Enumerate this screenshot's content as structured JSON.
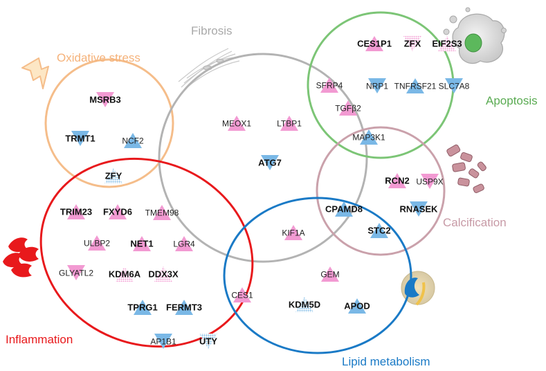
{
  "colors": {
    "pink": "#f29ad2",
    "blue": "#7ab8e6",
    "oxidative": "#f5bd8a",
    "fibrosis": "#b3b3b3",
    "apoptosis": "#7cc576",
    "calcification": "#caa1ab",
    "inflammation": "#e8191c",
    "lipid": "#1a7ac6"
  },
  "groups": {
    "oxidative": "Oxidative stress",
    "fibrosis": "Fibrosis",
    "apoptosis": "Apoptosis",
    "calcification": "Calcification",
    "inflammation": "Inflammation",
    "lipid": "Lipid metabolism"
  },
  "genes": [
    {
      "id": "MSRB3",
      "label": "MSRB3",
      "bold": true,
      "color": "pink",
      "dir": "down",
      "pattern": false
    },
    {
      "id": "TRMT1",
      "label": "TRMT1",
      "bold": true,
      "color": "blue",
      "dir": "down",
      "pattern": false
    },
    {
      "id": "NCF2",
      "label": "NCF2",
      "bold": false,
      "color": "blue",
      "dir": "up",
      "pattern": false
    },
    {
      "id": "ZFY",
      "label": "ZFY",
      "bold": true,
      "color": "blue",
      "dir": "up",
      "pattern": true
    },
    {
      "id": "MEOX1",
      "label": "MEOX1",
      "bold": false,
      "color": "pink",
      "dir": "up",
      "pattern": false
    },
    {
      "id": "LTBP1",
      "label": "LTBP1",
      "bold": false,
      "color": "pink",
      "dir": "up",
      "pattern": false
    },
    {
      "id": "ATG7",
      "label": "ATG7",
      "bold": true,
      "color": "blue",
      "dir": "down",
      "pattern": false
    },
    {
      "id": "CES1P1",
      "label": "CES1P1",
      "bold": true,
      "color": "pink",
      "dir": "up",
      "pattern": false
    },
    {
      "id": "ZFX",
      "label": "ZFX",
      "bold": true,
      "color": "pink",
      "dir": "down",
      "pattern": true
    },
    {
      "id": "EIF2S3",
      "label": "EIF2S3",
      "bold": true,
      "color": "pink",
      "dir": "up",
      "pattern": true
    },
    {
      "id": "SFRP4",
      "label": "SFRP4",
      "bold": false,
      "color": "pink",
      "dir": "up",
      "pattern": false
    },
    {
      "id": "NRP1",
      "label": "NRP1",
      "bold": false,
      "color": "blue",
      "dir": "down",
      "pattern": false
    },
    {
      "id": "TNFRSF21",
      "label": "TNFRSF21",
      "bold": false,
      "color": "blue",
      "dir": "up",
      "pattern": false
    },
    {
      "id": "SLC7A8",
      "label": "SLC7A8",
      "bold": false,
      "color": "blue",
      "dir": "down",
      "pattern": false
    },
    {
      "id": "TGFB2",
      "label": "TGFβ2",
      "bold": false,
      "color": "pink",
      "dir": "up",
      "pattern": false
    },
    {
      "id": "MAP3K1",
      "label": "MAP3K1",
      "bold": false,
      "color": "blue",
      "dir": "up",
      "pattern": false
    },
    {
      "id": "RCN2",
      "label": "RCN2",
      "bold": true,
      "color": "pink",
      "dir": "up",
      "pattern": false
    },
    {
      "id": "USP9X",
      "label": "USP9X",
      "bold": false,
      "color": "pink",
      "dir": "down",
      "pattern": false
    },
    {
      "id": "CPAMD8",
      "label": "CPAMD8",
      "bold": true,
      "color": "blue",
      "dir": "up",
      "pattern": false
    },
    {
      "id": "RNASEK",
      "label": "RNASEK",
      "bold": true,
      "color": "blue",
      "dir": "down",
      "pattern": false
    },
    {
      "id": "STC2",
      "label": "STC2",
      "bold": true,
      "color": "blue",
      "dir": "up",
      "pattern": false
    },
    {
      "id": "TRIM23",
      "label": "TRIM23",
      "bold": true,
      "color": "pink",
      "dir": "up",
      "pattern": false
    },
    {
      "id": "FXYD6",
      "label": "FXYD6",
      "bold": true,
      "color": "pink",
      "dir": "up",
      "pattern": false
    },
    {
      "id": "TMEM98",
      "label": "TMEM98",
      "bold": false,
      "color": "pink",
      "dir": "up",
      "pattern": false
    },
    {
      "id": "ULBP2",
      "label": "ULBP2",
      "bold": false,
      "color": "pink",
      "dir": "up",
      "pattern": false
    },
    {
      "id": "NET1",
      "label": "NET1",
      "bold": true,
      "color": "pink",
      "dir": "up",
      "pattern": false
    },
    {
      "id": "LGR4",
      "label": "LGR4",
      "bold": false,
      "color": "pink",
      "dir": "up",
      "pattern": false
    },
    {
      "id": "GLYATL2",
      "label": "GLYATL2",
      "bold": false,
      "color": "pink",
      "dir": "down",
      "pattern": false
    },
    {
      "id": "KDM6A",
      "label": "KDM6A",
      "bold": true,
      "color": "pink",
      "dir": "up",
      "pattern": true
    },
    {
      "id": "DDX3X",
      "label": "DDX3X",
      "bold": true,
      "color": "pink",
      "dir": "up",
      "pattern": true
    },
    {
      "id": "TPRG1",
      "label": "TPRG1",
      "bold": true,
      "color": "blue",
      "dir": "up",
      "pattern": false
    },
    {
      "id": "FERMT3",
      "label": "FERMT3",
      "bold": true,
      "color": "blue",
      "dir": "up",
      "pattern": false
    },
    {
      "id": "AP1B1",
      "label": "AP1B1",
      "bold": false,
      "color": "blue",
      "dir": "down",
      "pattern": false
    },
    {
      "id": "UTY",
      "label": "UTY",
      "bold": true,
      "color": "blue",
      "dir": "down",
      "pattern": true
    },
    {
      "id": "KIF1A",
      "label": "KIF1A",
      "bold": false,
      "color": "pink",
      "dir": "up",
      "pattern": false
    },
    {
      "id": "GEM",
      "label": "GEM",
      "bold": false,
      "color": "pink",
      "dir": "up",
      "pattern": false
    },
    {
      "id": "CES1",
      "label": "CES1",
      "bold": false,
      "color": "pink",
      "dir": "up",
      "pattern": false
    },
    {
      "id": "KDM5D",
      "label": "KDM5D",
      "bold": true,
      "color": "blue",
      "dir": "up",
      "pattern": true
    },
    {
      "id": "APOD",
      "label": "APOD",
      "bold": true,
      "color": "blue",
      "dir": "up",
      "pattern": false
    }
  ]
}
